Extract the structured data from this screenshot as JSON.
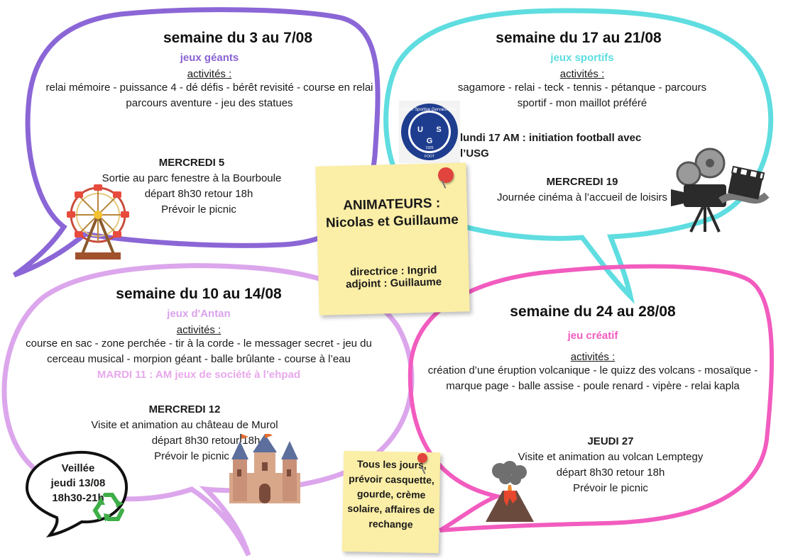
{
  "week1": {
    "title": "semaine du 3 au 7/08",
    "theme": "jeux géants",
    "activities_label": "activités :",
    "activities": "relai mémoire - puissance 4 - dé défis - bérêt revisité - course en relai parcours aventure - jeu des statues",
    "day": "MERCREDI 5",
    "trip": "Sortie au parc fenestre à la Bourboule",
    "times": "départ 8h30 retour 18h",
    "picnic": "Prévoir le picnic"
  },
  "week2": {
    "title": "semaine du 10 au 14/08",
    "theme": "jeux d'Antan",
    "activities_label": "activités :",
    "activities": "course en sac - zone perchée - tir à la corde - le messager secret - jeu du cerceau musical - morpion géant - balle brûlante - course à l’eau",
    "special": "MARDI 11 : AM jeux de société à l’ehpad",
    "day": "MERCREDI 12",
    "trip": "Visite et animation au château de Murol",
    "times": "départ 8h30 retour 18h",
    "picnic": "Prévoir le picnic"
  },
  "week3": {
    "title": "semaine du 17 au 21/08",
    "theme": "jeux sportifs",
    "activities_label": "activités :",
    "activities": "sagamore - relai - teck - tennis - pétanque - parcours sportif - mon maillot préféré",
    "special": "lundi 17 AM : initiation football avec l’USG",
    "day": "MERCREDI 19",
    "trip": "Journée cinéma à l’accueil de loisirs",
    "logo_text": [
      "Union Sportive Gervaisienne",
      "U",
      "S",
      "G",
      "1925",
      "FOOT"
    ]
  },
  "week4": {
    "title": "semaine du 24 au 28/08",
    "theme": "jeu créatif",
    "activities_label": "activités :",
    "activities": "création d’une éruption volcanique - le quizz des volcans - mosaïque - marque page - balle assise - poule renard - vipère - relai kapla",
    "day": "JEUDI 27",
    "trip": "Visite et animation au volcan Lemptegy",
    "times": "départ 8h30 retour 18h",
    "picnic": "Prévoir le picnic"
  },
  "center_note": {
    "animators_label": "ANIMATEURS :",
    "animators": "Nicolas et Guillaume",
    "director": "directrice : Ingrid",
    "deputy": "adjoint : Guillaume"
  },
  "bottom_note": {
    "text": "Tous les jours, prévoir casquette, gourde, crème solaire, affaires de rechange"
  },
  "veillee": {
    "line1": "Veillée",
    "line2": "jeudi 13/08",
    "line3": "18h30-21h"
  },
  "colors": {
    "week1": "#8a63d2",
    "week2": "#d9a3ea",
    "week3": "#5cdde0",
    "week4": "#f25cbf",
    "special2": "#e8a8ec",
    "note": "#fbeea6"
  },
  "icons": [
    "ferris-wheel-icon",
    "castle-icon",
    "movie-camera-icon",
    "volcano-icon",
    "recycle-icon",
    "pushpin-icon"
  ]
}
